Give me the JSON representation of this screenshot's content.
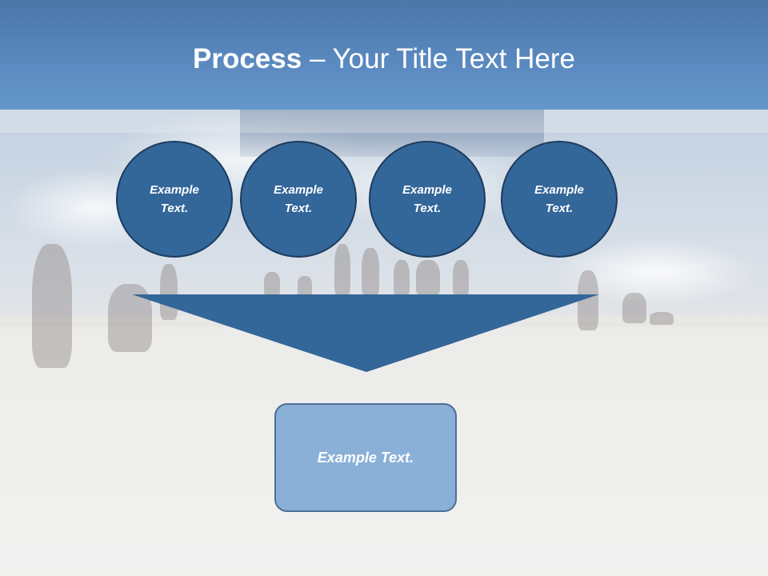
{
  "slide": {
    "title_bold": "Process",
    "title_rest": " – Your Title Text Here"
  },
  "process": {
    "inputs": [
      {
        "line1": "Example",
        "line2": "Text."
      },
      {
        "line1": "Example",
        "line2": "Text."
      },
      {
        "line1": "Example",
        "line2": "Text."
      },
      {
        "line1": "Example",
        "line2": "Text."
      }
    ],
    "result": "Example Text."
  },
  "colors": {
    "title_bar": "#5887bd",
    "circle_fill": "#336699",
    "circle_border": "#1d3c5e",
    "funnel_fill": "#336699",
    "result_fill": "#8ab0d8",
    "result_border": "#4d6e96",
    "text": "#ffffff"
  }
}
